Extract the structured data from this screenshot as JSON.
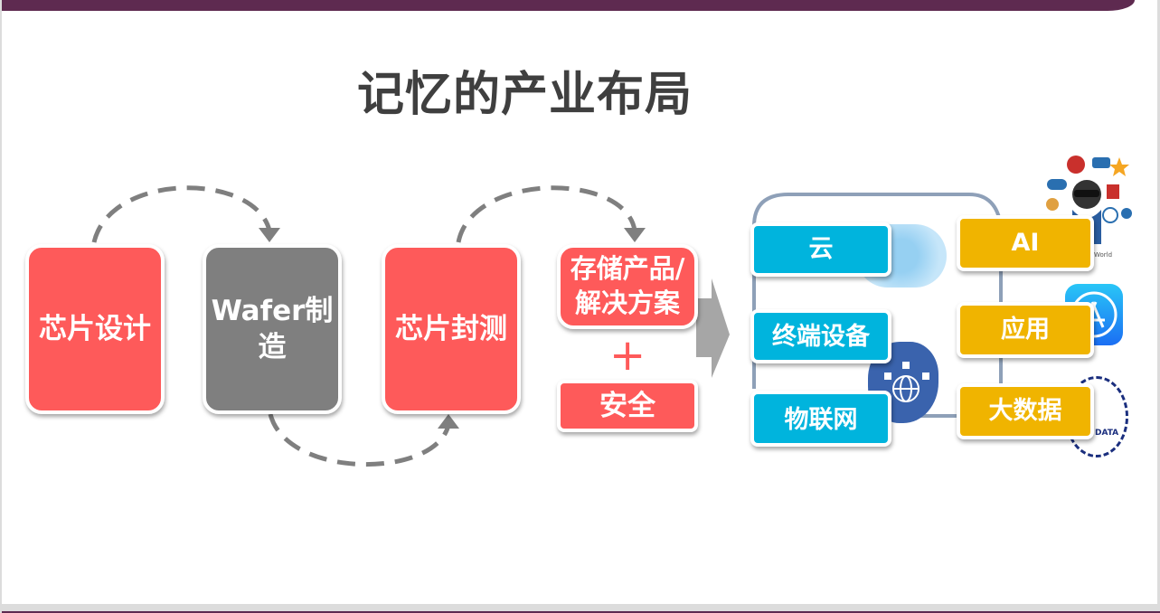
{
  "title": "记忆的产业布局",
  "chain": {
    "design": "芯片设计",
    "wafer": "Wafer制造",
    "package": "芯片封测",
    "storage": "存储产品/解决方案",
    "plus": "+",
    "security": "安全"
  },
  "markets": {
    "cloud": "云",
    "terminal": "终端设备",
    "iot": "物联网",
    "ai": "AI",
    "app": "应用",
    "bigdata": "大数据"
  },
  "icon_labels": {
    "world": "World",
    "data": "DATA"
  },
  "colors": {
    "red": "#fe5a5a",
    "gray": "#7f7f7f",
    "blue": "#00b4dd",
    "gold": "#f0b400",
    "bar": "#5e2a50"
  }
}
